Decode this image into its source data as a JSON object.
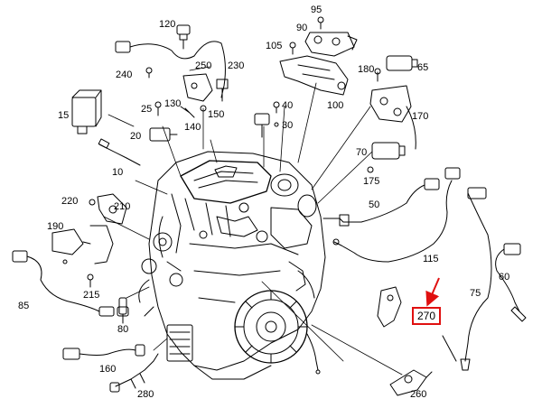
{
  "diagram": {
    "highlight_color": "#e01010",
    "line_color": "#000000",
    "labels": {
      "p95": "95",
      "p120": "120",
      "p90": "90",
      "p105": "105",
      "p240": "240",
      "p250": "250",
      "p230": "230",
      "p180": "180",
      "p65": "65",
      "p130": "130",
      "p15": "15",
      "p25": "25",
      "p150": "150",
      "p40": "40",
      "p100": "100",
      "p170": "170",
      "p140": "140",
      "p30": "30",
      "p20": "20",
      "p70": "70",
      "p175": "175",
      "p10": "10",
      "p220": "220",
      "p210": "210",
      "p50": "50",
      "p190": "190",
      "p115": "115",
      "p75": "75",
      "p60": "60",
      "p215": "215",
      "p85": "85",
      "p80": "80",
      "p270": "270",
      "p160": "160",
      "p280": "280",
      "p260": "260"
    }
  }
}
